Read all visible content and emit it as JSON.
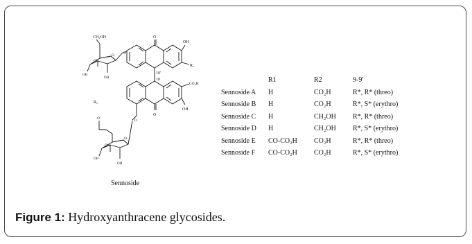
{
  "structure": {
    "labels": {
      "ch2oh": "CH₂OH",
      "o_top": "O",
      "oh_ring1_a": "OH",
      "oh_ring1_b": "OH",
      "oh_ring1_c": "OH",
      "o_link_top": "O",
      "o_keto_top": "O",
      "oh_top_right": "OH",
      "r1": "R₁",
      "c10p": "10'",
      "c10": "10",
      "co2h": "CO₂H",
      "o_keto_bottom": "O",
      "oh_bottom_right": "OH",
      "o_link_bottom": "O",
      "r2": "R₂",
      "o_sugar2_chain": "O",
      "o_sugar2_ring": "O",
      "oh_ring2_a": "OH",
      "oh_ring2_b": "OH",
      "oh_ring2_c": "OH"
    },
    "compound_name": "Sennoside"
  },
  "table": {
    "headers": [
      "",
      "R1",
      "R2",
      "9-9'"
    ],
    "rows": [
      {
        "name": "Sennoside A",
        "r1": "H",
        "r2": "CO₂H",
        "stereo": "R*, R* (threo)"
      },
      {
        "name": "Sennoside B",
        "r1": "H",
        "r2": "CO₂H",
        "stereo": "R*, S* (erythro)"
      },
      {
        "name": "Sennoside C",
        "r1": "H",
        "r2": "CH₂OH",
        "stereo": "R*, R* (threo)"
      },
      {
        "name": "Sennoside D",
        "r1": "H",
        "r2": "CH₂OH",
        "stereo": "R*, S* (erythro)"
      },
      {
        "name": "Sennoside E",
        "r1": "CO-CO₂H",
        "r2": "CO₂H",
        "stereo": "R*, R* (threo)"
      },
      {
        "name": "Sennoside F",
        "r1": "CO-CO₂H",
        "r2": "CO₂H",
        "stereo": "R*, S* (erythro)"
      }
    ]
  },
  "caption": {
    "label": "Figure 1:",
    "text": " Hydroxyanthracene glycosides."
  }
}
